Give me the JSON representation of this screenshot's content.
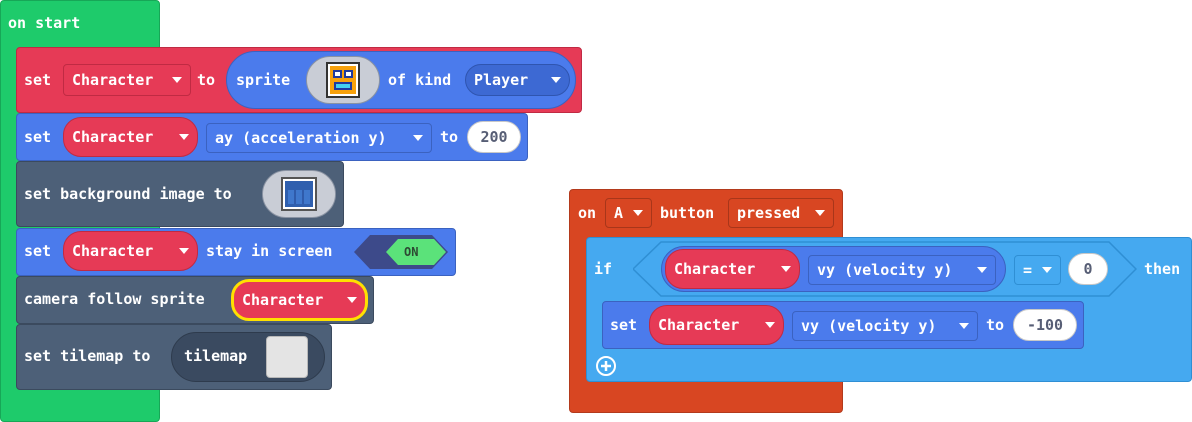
{
  "colors": {
    "loops_green": "#1ECB6B",
    "sprites_blue": "#4B7BEC",
    "variable_red": "#E63A56",
    "scene_slate": "#4D6078",
    "controller_orange": "#D84622",
    "logic_light_blue": "#45A9F0",
    "highlight_yellow": "#FFE000"
  },
  "on_start": {
    "label": "on start",
    "block1": {
      "set": "set",
      "variable": "Character",
      "to": "to",
      "sprite": "sprite",
      "of_kind": "of kind",
      "kind": "Player"
    },
    "block2": {
      "set": "set",
      "variable": "Character",
      "property": "ay (acceleration y)",
      "to": "to",
      "value": "200"
    },
    "block3": {
      "label": "set background image to"
    },
    "block4": {
      "set": "set",
      "variable": "Character",
      "label": "stay in screen",
      "toggle": "ON"
    },
    "block5": {
      "label": "camera follow sprite",
      "variable": "Character"
    },
    "block6": {
      "label": "set tilemap to",
      "tilemap": "tilemap"
    }
  },
  "on_button": {
    "on": "on",
    "button": "A",
    "button_label": "button",
    "event": "pressed",
    "if_block": {
      "if": "if",
      "variable": "Character",
      "property": "vy (velocity y)",
      "operator": "=",
      "compare_value": "0",
      "then": "then"
    },
    "set_block": {
      "set": "set",
      "variable": "Character",
      "property": "vy (velocity y)",
      "to": "to",
      "value": "-100"
    },
    "add_icon": "plus-icon"
  }
}
